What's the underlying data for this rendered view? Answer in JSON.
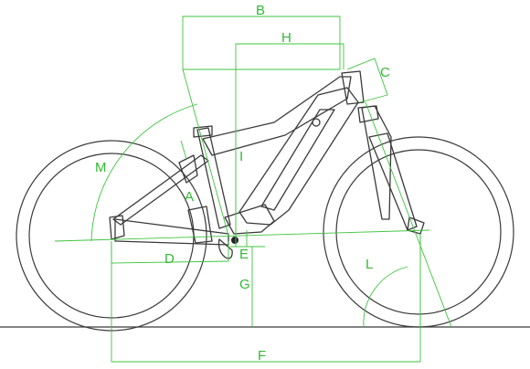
{
  "labels": {
    "A": "A",
    "B": "B",
    "C": "C",
    "D": "D",
    "E": "E",
    "F": "F",
    "G": "G",
    "H": "H",
    "I": "I",
    "L": "L",
    "M": "M"
  },
  "colors": {
    "dimension_line": "#3ec43e",
    "frame_line": "#3a3a3a",
    "background": "#ffffff"
  }
}
